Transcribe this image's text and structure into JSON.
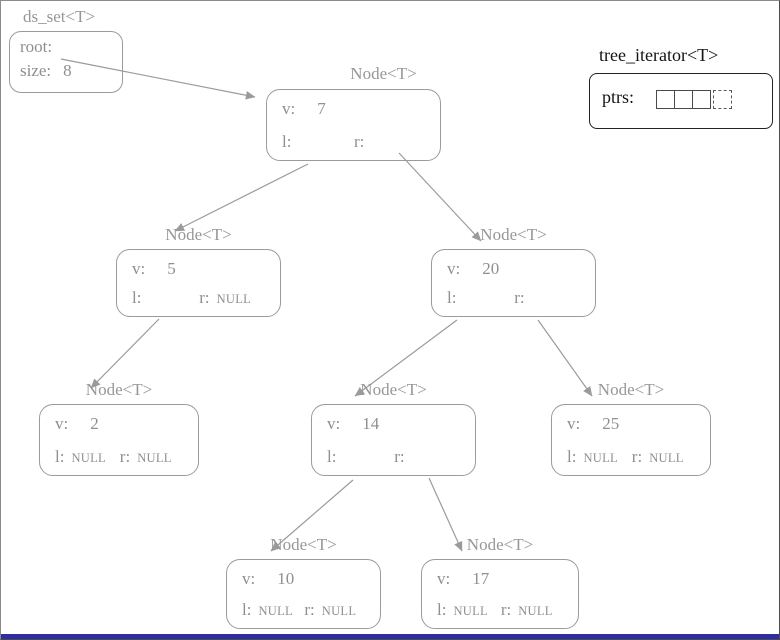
{
  "ds_set": {
    "title": "ds_set<T>",
    "root_label": "root:",
    "size_label": "size:",
    "size_value": "8"
  },
  "iterator": {
    "title": "tree_iterator<T>",
    "ptrs_label": "ptrs:"
  },
  "node_type": "Node<T>",
  "labels": {
    "v": "v:",
    "l": "l:",
    "r": "r:"
  },
  "nodes": [
    {
      "value": "7",
      "l": "",
      "r": ""
    },
    {
      "value": "5",
      "l": "",
      "r": "NULL"
    },
    {
      "value": "20",
      "l": "",
      "r": ""
    },
    {
      "value": "2",
      "l": "NULL",
      "r": "NULL"
    },
    {
      "value": "14",
      "l": "",
      "r": ""
    },
    {
      "value": "25",
      "l": "NULL",
      "r": "NULL"
    },
    {
      "value": "10",
      "l": "NULL",
      "r": "NULL"
    },
    {
      "value": "17",
      "l": "NULL",
      "r": "NULL"
    }
  ],
  "colors": {
    "tree_gray": "#9b9b9b",
    "iterator_black": "#222222",
    "bottom_bar_blue": "#2e2ea2"
  }
}
